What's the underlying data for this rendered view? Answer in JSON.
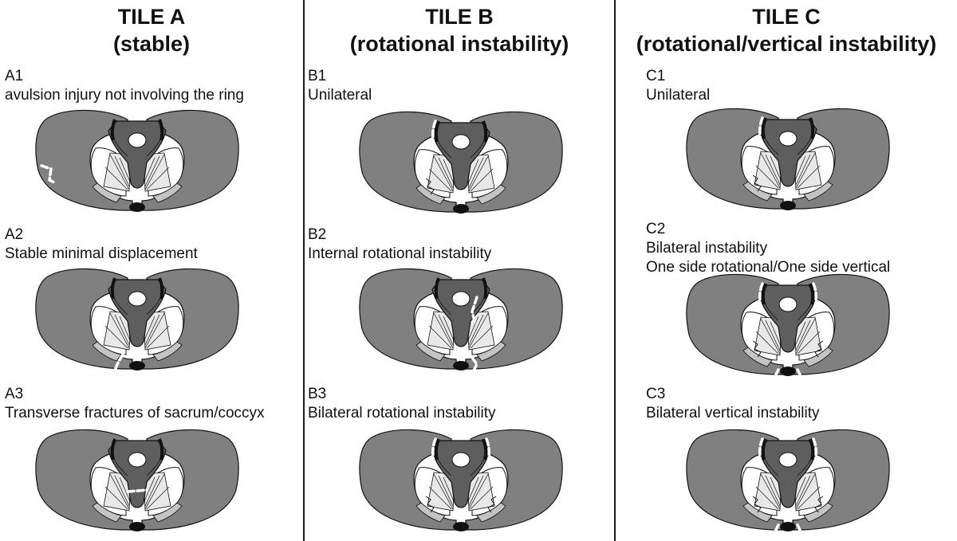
{
  "columns": [
    {
      "title": "TILE A",
      "subtitle": "(stable)",
      "items": [
        {
          "code": "A1",
          "lines": [
            "avulsion injury not involving the ring"
          ]
        },
        {
          "code": "A2",
          "lines": [
            "Stable minimal displacement"
          ]
        },
        {
          "code": "A3",
          "lines": [
            "Transverse fractures of sacrum/coccyx"
          ]
        }
      ]
    },
    {
      "title": "TILE B",
      "subtitle": "(rotational instability)",
      "items": [
        {
          "code": "B1",
          "lines": [
            "Unilateral"
          ]
        },
        {
          "code": "B2",
          "lines": [
            "Internal rotational instability"
          ]
        },
        {
          "code": "B3",
          "lines": [
            "Bilateral rotational instability"
          ]
        }
      ]
    },
    {
      "title": "TILE C",
      "subtitle": "(rotational/vertical instability)",
      "items": [
        {
          "code": "C1",
          "lines": [
            "Unilateral"
          ]
        },
        {
          "code": "C2",
          "lines": [
            "Bilateral instability",
            "One side rotational/One side vertical"
          ]
        },
        {
          "code": "C3",
          "lines": [
            "Bilateral vertical instability"
          ]
        }
      ]
    }
  ],
  "colors": {
    "ilium": "#808080",
    "sacrum": "#5e5e5e",
    "light_fill": "#c4c4c4",
    "outline": "#111111",
    "fracture": "#ffffff"
  }
}
